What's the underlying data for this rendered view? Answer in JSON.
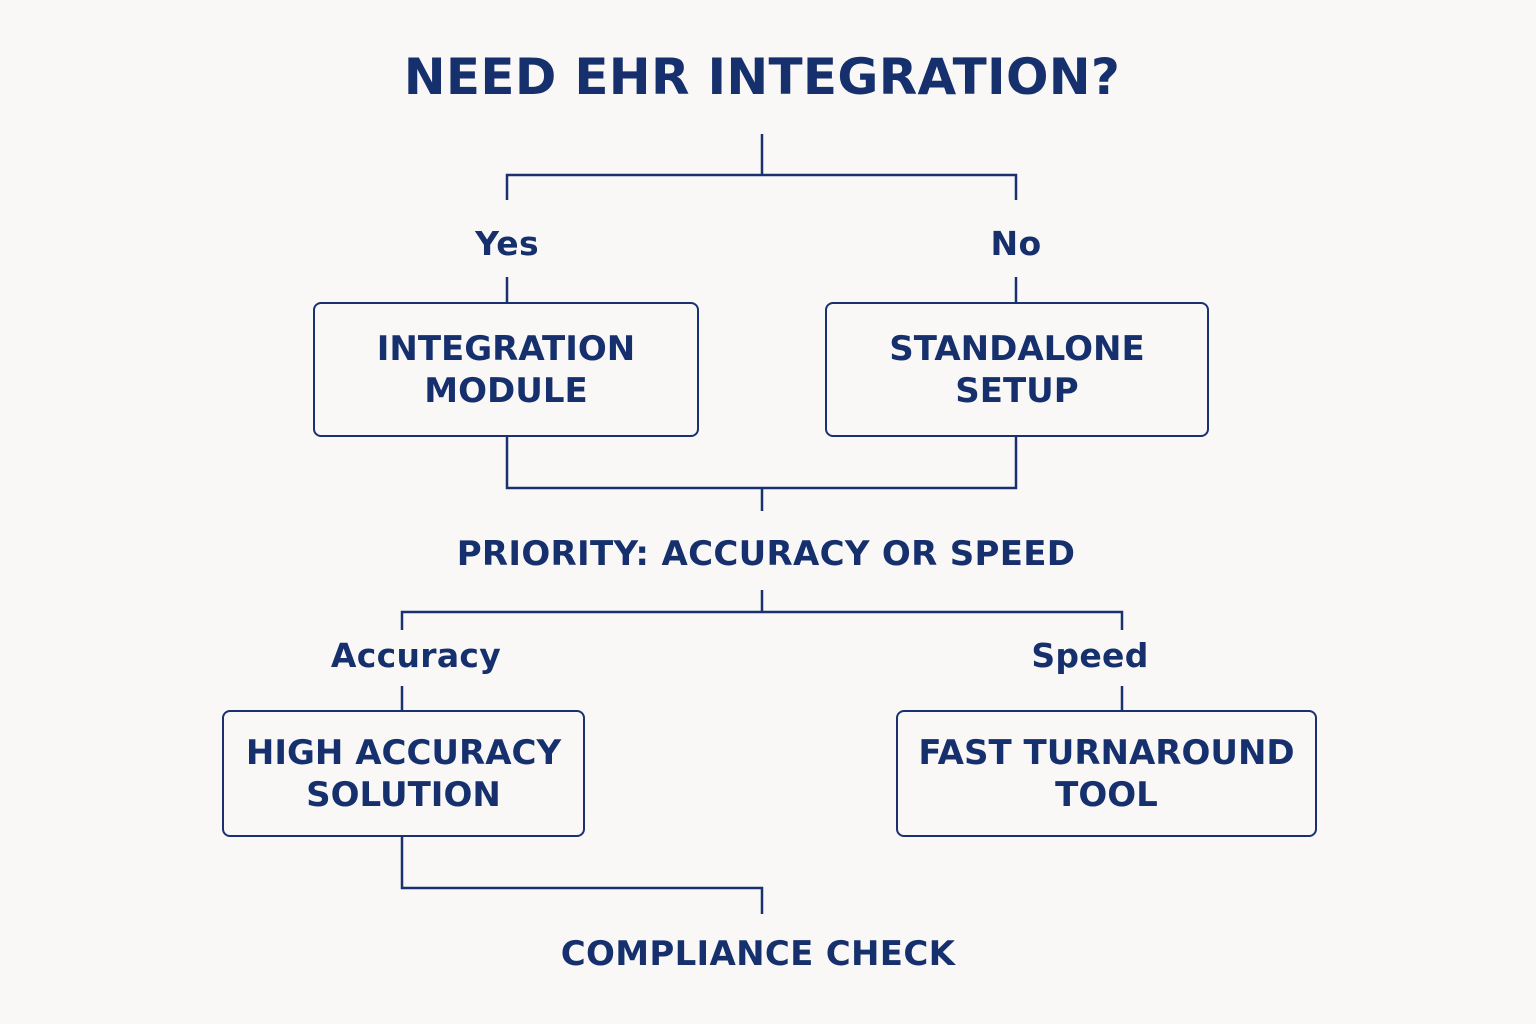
{
  "diagram": {
    "title": "NEED EHR INTEGRATION?",
    "branch_yes": "Yes",
    "branch_no": "No",
    "node_integration": [
      "INTEGRATION",
      "MODULE"
    ],
    "node_standalone": [
      "STANDALONE",
      "SETUP"
    ],
    "priority": "PRIORITY: ACCURACY OR SPEED",
    "branch_accuracy": "Accuracy",
    "branch_speed": "Speed",
    "node_high_accuracy": [
      "HIGH ACCURACY",
      "SOLUTION"
    ],
    "node_fast": [
      "FAST TURNAROUND",
      "TOOL"
    ],
    "compliance": "COMPLIANCE CHECK",
    "colors": {
      "ink": "#16306e",
      "line": "#1a3170",
      "background": "#f9f8f6"
    }
  }
}
